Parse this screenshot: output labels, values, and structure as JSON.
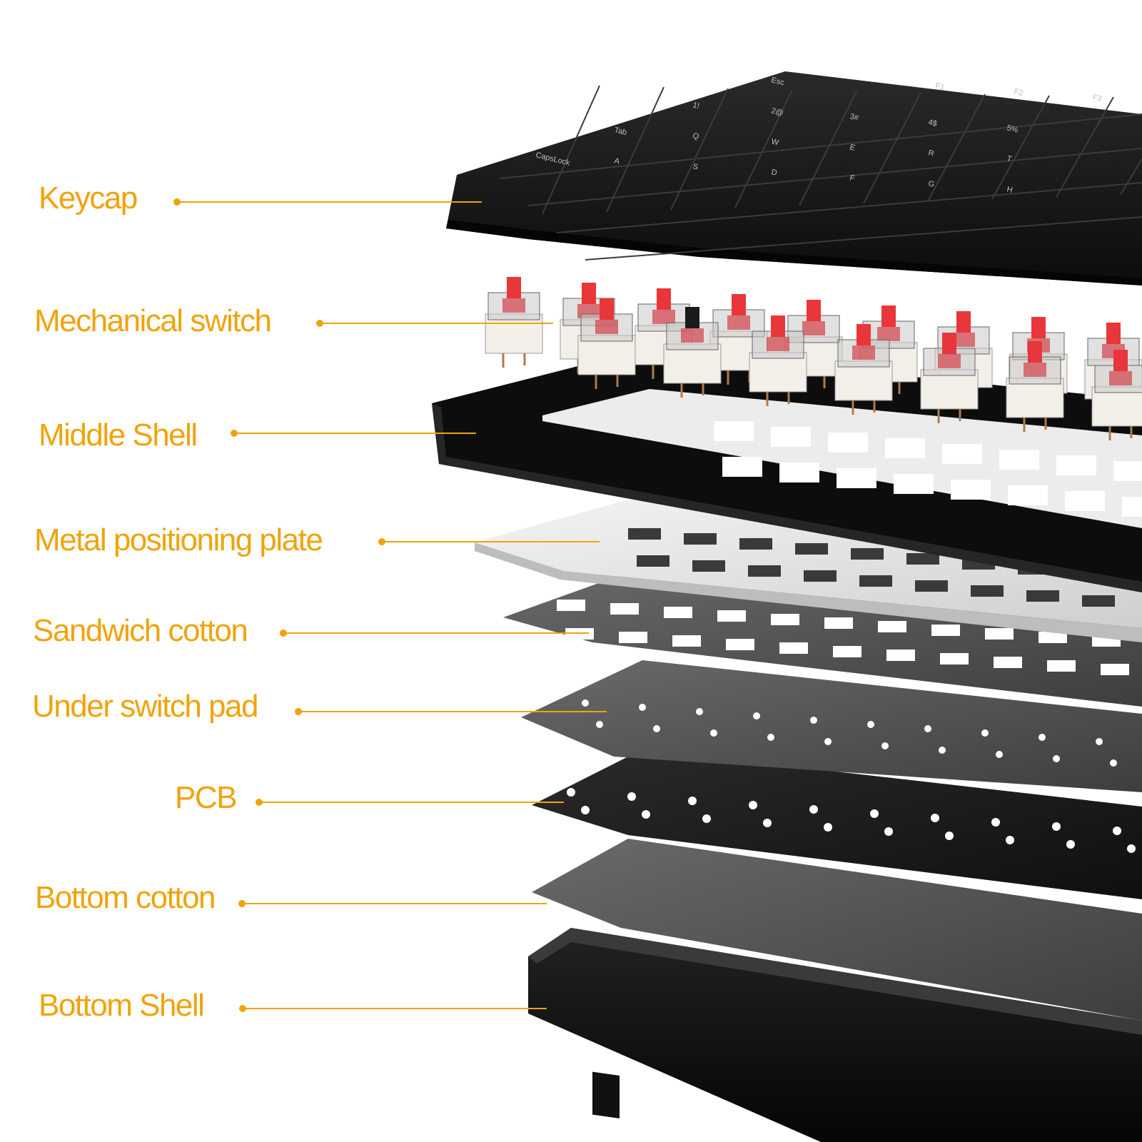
{
  "colors": {
    "accent": "#F0A30A",
    "background": "#FFFFFF",
    "keycap": "#1A1A1A",
    "switch_stem": "#E8363A",
    "plate": "#E4E4E4",
    "foam": "#5A5A5A"
  },
  "layers": [
    {
      "id": "keycap",
      "label": "Keycap"
    },
    {
      "id": "mechanical-switch",
      "label": "Mechanical switch"
    },
    {
      "id": "middle-shell",
      "label": "Middle Shell"
    },
    {
      "id": "metal-positioning-plate",
      "label": "Metal positioning plate"
    },
    {
      "id": "sandwich-cotton",
      "label": "Sandwich cotton"
    },
    {
      "id": "under-switch-pad",
      "label": "Under switch pad"
    },
    {
      "id": "pcb",
      "label": "PCB"
    },
    {
      "id": "bottom-cotton",
      "label": "Bottom cotton"
    },
    {
      "id": "bottom-shell",
      "label": "Bottom Shell"
    }
  ],
  "keycaps": {
    "row1": [
      "Esc",
      "F1",
      "F2",
      "F3"
    ],
    "row2": [
      "1!",
      "2@",
      "3#",
      "4$",
      "5%"
    ],
    "row3": [
      "Tab",
      "Q",
      "W",
      "E",
      "R",
      "T"
    ],
    "row4": [
      "CapsLock",
      "A",
      "S",
      "D",
      "F",
      "G",
      "H"
    ]
  }
}
